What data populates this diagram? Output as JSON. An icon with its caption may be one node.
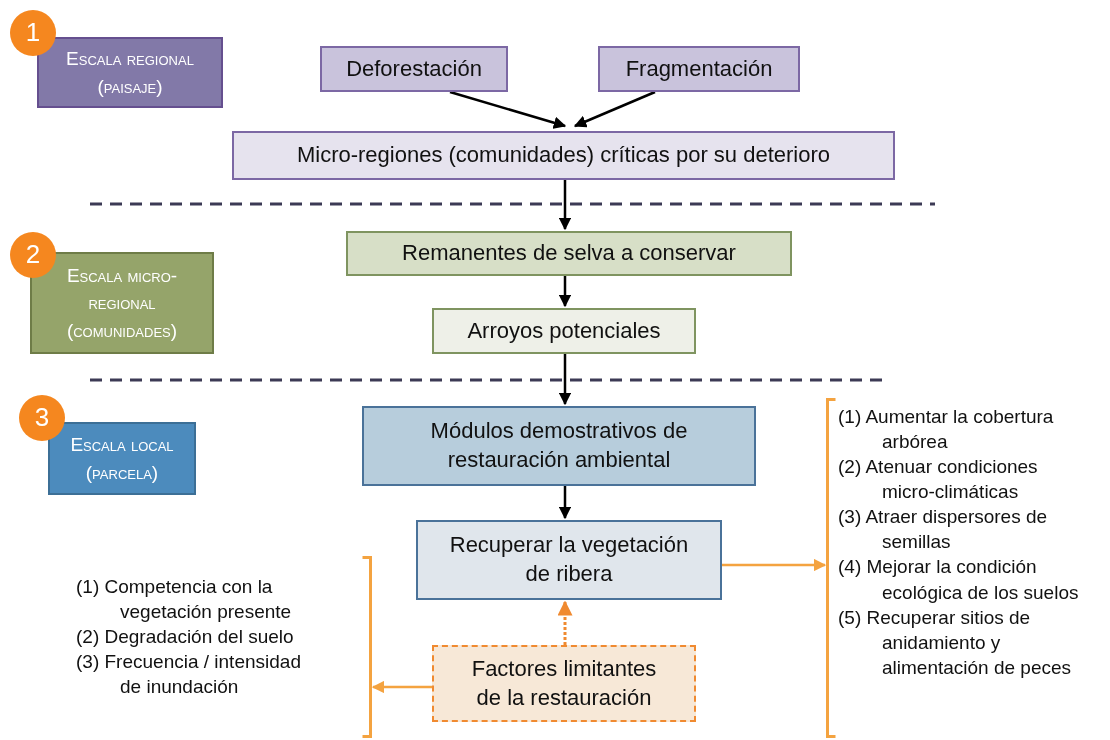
{
  "diagram": {
    "nodes": [
      {
        "text": [
          "Deforestación"
        ]
      },
      {
        "text": [
          "Fragmentación"
        ]
      },
      {
        "text": [
          "Micro-regiones (comunidades) críticas por su deterioro"
        ]
      },
      {
        "text": [
          "Remanentes de selva a conservar"
        ]
      },
      {
        "text": [
          "Arroyos potenciales"
        ]
      },
      {
        "text": [
          "Módulos demostrativos de restauración ambiental"
        ]
      },
      {
        "text": [
          "Recuperar la vegetación de ribera"
        ]
      },
      {
        "text": [
          "Factores limitantes de la restauración"
        ]
      },
      {
        "text": [
          "1"
        ]
      },
      {
        "text": [
          "Escala regional (paisaje)"
        ]
      },
      {
        "text": [
          "2"
        ]
      },
      {
        "text": [
          "Escala micro-regional (comunidades)"
        ]
      },
      {
        "text": [
          "3"
        ]
      },
      {
        "text": [
          "Escala local (parcela)"
        ]
      },
      {
        "text": [
          "(1) Aumentar la cobertura arbórea",
          "(2) Atenuar condiciones micro-climáticas",
          "(3) Atraer dispersores de semillas",
          "(4) Mejorar la condición ecológica de los suelos",
          "(5) Recuperar sitios de anidamiento y alimentación de peces"
        ]
      },
      {
        "text": [
          "(1) Competencia con la vegetación presente",
          "(2) Degradación del suelo",
          "(3) Frecuencia / intensidad de inundación"
        ]
      }
    ],
    "edges": [
      {
        "from": 0,
        "to": 2,
        "arrow": "to"
      },
      {
        "from": 1,
        "to": 2,
        "arrow": "to"
      },
      {
        "from": 2,
        "to": 3,
        "arrow": "to"
      },
      {
        "from": 3,
        "to": 4,
        "arrow": "to"
      },
      {
        "from": 4,
        "to": 5,
        "arrow": "to"
      },
      {
        "from": 5,
        "to": 6,
        "arrow": "to"
      },
      {
        "from": 6,
        "to": 14,
        "arrow": "to",
        "color": "#f4a340"
      },
      {
        "from": 7,
        "to": 6,
        "arrow": "to",
        "style": "dashed",
        "color": "#f08a30"
      },
      {
        "from": 7,
        "to": 15,
        "arrow": "to",
        "color": "#f4a340"
      }
    ]
  }
}
